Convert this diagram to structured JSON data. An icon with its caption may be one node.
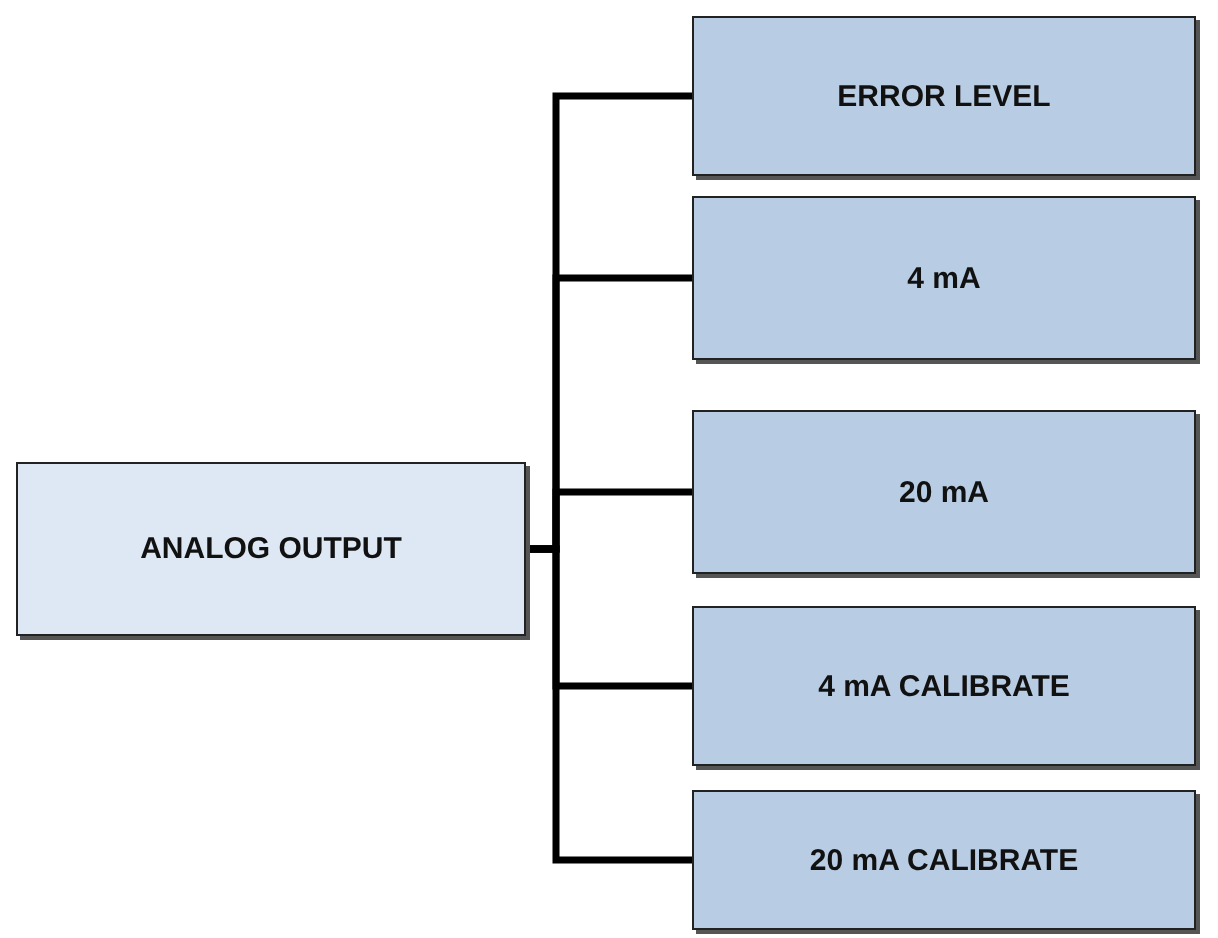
{
  "diagram": {
    "nodes": [
      {
        "text": [
          "ANALOG OUTPUT"
        ]
      },
      {
        "text": [
          "ERROR LEVEL"
        ]
      },
      {
        "text": [
          "4 mA"
        ]
      },
      {
        "text": [
          "20 mA"
        ]
      },
      {
        "text": [
          "4 mA CALIBRATE"
        ]
      },
      {
        "text": [
          "20 mA CALIBRATE"
        ]
      }
    ],
    "edges": [
      {
        "from": 0,
        "to": 1,
        "arrow": "none"
      },
      {
        "from": 0,
        "to": 2,
        "arrow": "none"
      },
      {
        "from": 0,
        "to": 3,
        "arrow": "none"
      },
      {
        "from": 0,
        "to": 4,
        "arrow": "none"
      },
      {
        "from": 0,
        "to": 5,
        "arrow": "none"
      }
    ]
  }
}
